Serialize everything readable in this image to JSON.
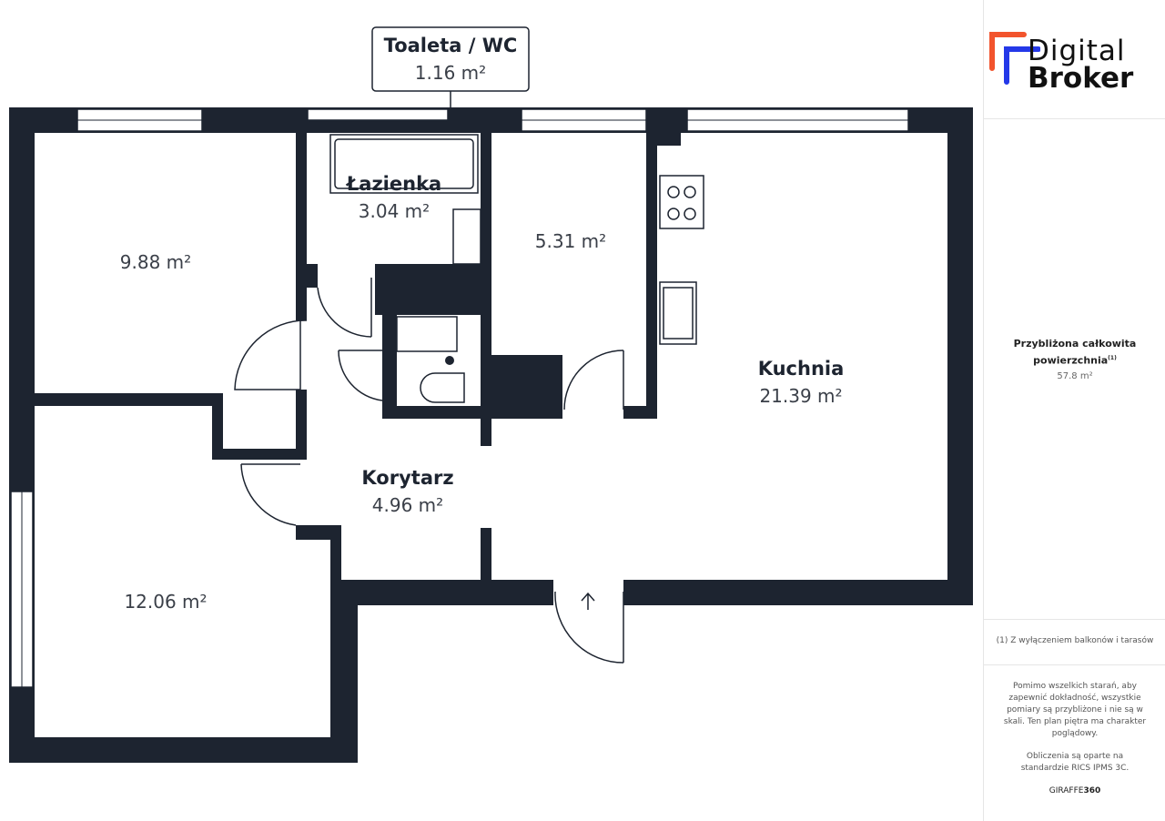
{
  "rooms": {
    "toilet": {
      "name": "Toaleta / WC",
      "area": "1.16 m²"
    },
    "bathroom": {
      "name": "Łazienka",
      "area": "3.04 m²"
    },
    "room_5": {
      "area": "5.31 m²"
    },
    "bedroom_1": {
      "area": "9.88 m²"
    },
    "bedroom_2": {
      "area": "12.06 m²"
    },
    "corridor": {
      "name": "Korytarz",
      "area": "4.96 m²"
    },
    "kitchen": {
      "name": "Kuchnia",
      "area": "21.39 m²"
    }
  },
  "sidebar": {
    "logo_line1": "Digital",
    "logo_line2": "Broker",
    "logo_colors": {
      "orange": "#f2542d",
      "blue": "#2438e8"
    },
    "total_label": "Przybliżona całkowita powierzchnia",
    "total_footnote_marker": "(1)",
    "total_value": "57.8 m²",
    "footnote": "(1) Z wyłączeniem balkonów i tarasów",
    "disclaimer": "Pomimo wszelkich starań, aby zapewnić dokładność, wszystkie pomiary są przybliżone i nie są w skali. Ten plan piętra ma charakter poglądowy.",
    "standard": "Obliczenia są oparte na standardzie RICS IPMS 3C.",
    "brand_a": "GIRAFFE",
    "brand_b": "360"
  },
  "colors": {
    "wall": "#1d2430"
  }
}
